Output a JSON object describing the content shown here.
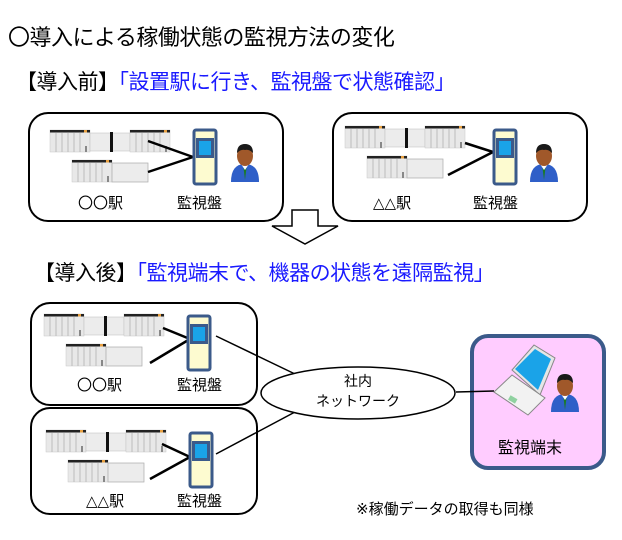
{
  "title": "〇導入による稼働状態の監視方法の変化",
  "before": {
    "bracket": "【導入前】",
    "quote": "「設置駅に行き、監視盤で状態確認」",
    "stations": [
      {
        "station_label": "〇〇駅",
        "panel_label": "監視盤"
      },
      {
        "station_label": "△△駅",
        "panel_label": "監視盤"
      }
    ]
  },
  "after": {
    "bracket": "【導入後】",
    "quote": "「監視端末で、機器の状態を遠隔監視」",
    "stations": [
      {
        "station_label": "〇〇駅",
        "panel_label": "監視盤"
      },
      {
        "station_label": "△△駅",
        "panel_label": "監視盤"
      }
    ],
    "network": {
      "line1": "社内",
      "line2": "ネットワーク"
    },
    "terminal_label": "監視端末",
    "note": "※稼働データの取得も同様"
  },
  "icons": [
    "station-equipment-icon",
    "monitor-panel-icon",
    "person-icon",
    "laptop-icon",
    "down-arrow-icon"
  ],
  "colors": {
    "quote": "#1a1aff",
    "panel_border": "#3b5a8a",
    "panel_fill": "#fdfbd0",
    "screen": "#1aa3e8",
    "terminal_bg": "#ffccff",
    "terminal_border": "#3b5a8a"
  }
}
